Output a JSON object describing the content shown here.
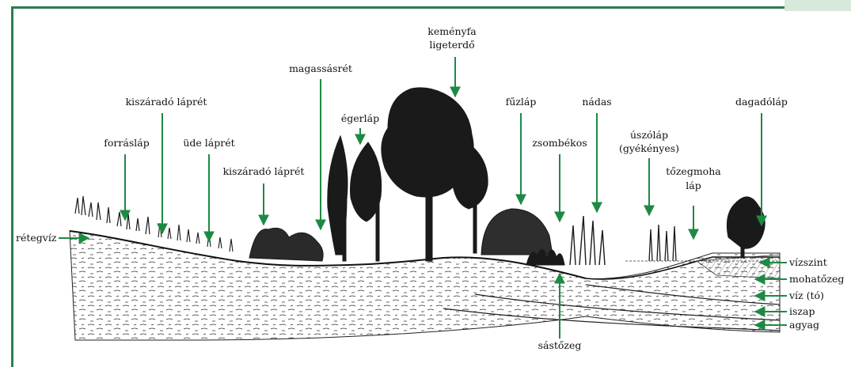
{
  "labels": {
    "kemenyfa_1": "keményfa",
    "kemenyfa_2": "ligeterdő",
    "magassasret": "magassásrét",
    "kiszarado_lapret_top": "kiszáradó láprét",
    "egerlap": "égerláp",
    "fuzlap": "fűzláp",
    "nadas": "nádas",
    "dagadolap": "dagadóláp",
    "forraslap": "forrásláp",
    "ude_lapret": "üde láprét",
    "zsombekos": "zsombékos",
    "uszolap_1": "úszóláp",
    "uszolap_2": "(gyékényes)",
    "kiszarado_lapret_mid": "kiszáradó láprét",
    "tozegmoha_1": "tőzegmoha",
    "tozegmoha_2": "láp",
    "retegviz": "rétegvíz",
    "vizszint": "vízszint",
    "mohatozeg": "mohatőzeg",
    "viz_to": "víz (tó)",
    "iszap": "iszap",
    "agyag": "agyag",
    "sastozeg": "sástőzeg"
  },
  "colors": {
    "frame": "#2e7d4f",
    "arrow": "#1d8a43",
    "tab": "#d6e9da",
    "ink": "#111111"
  }
}
